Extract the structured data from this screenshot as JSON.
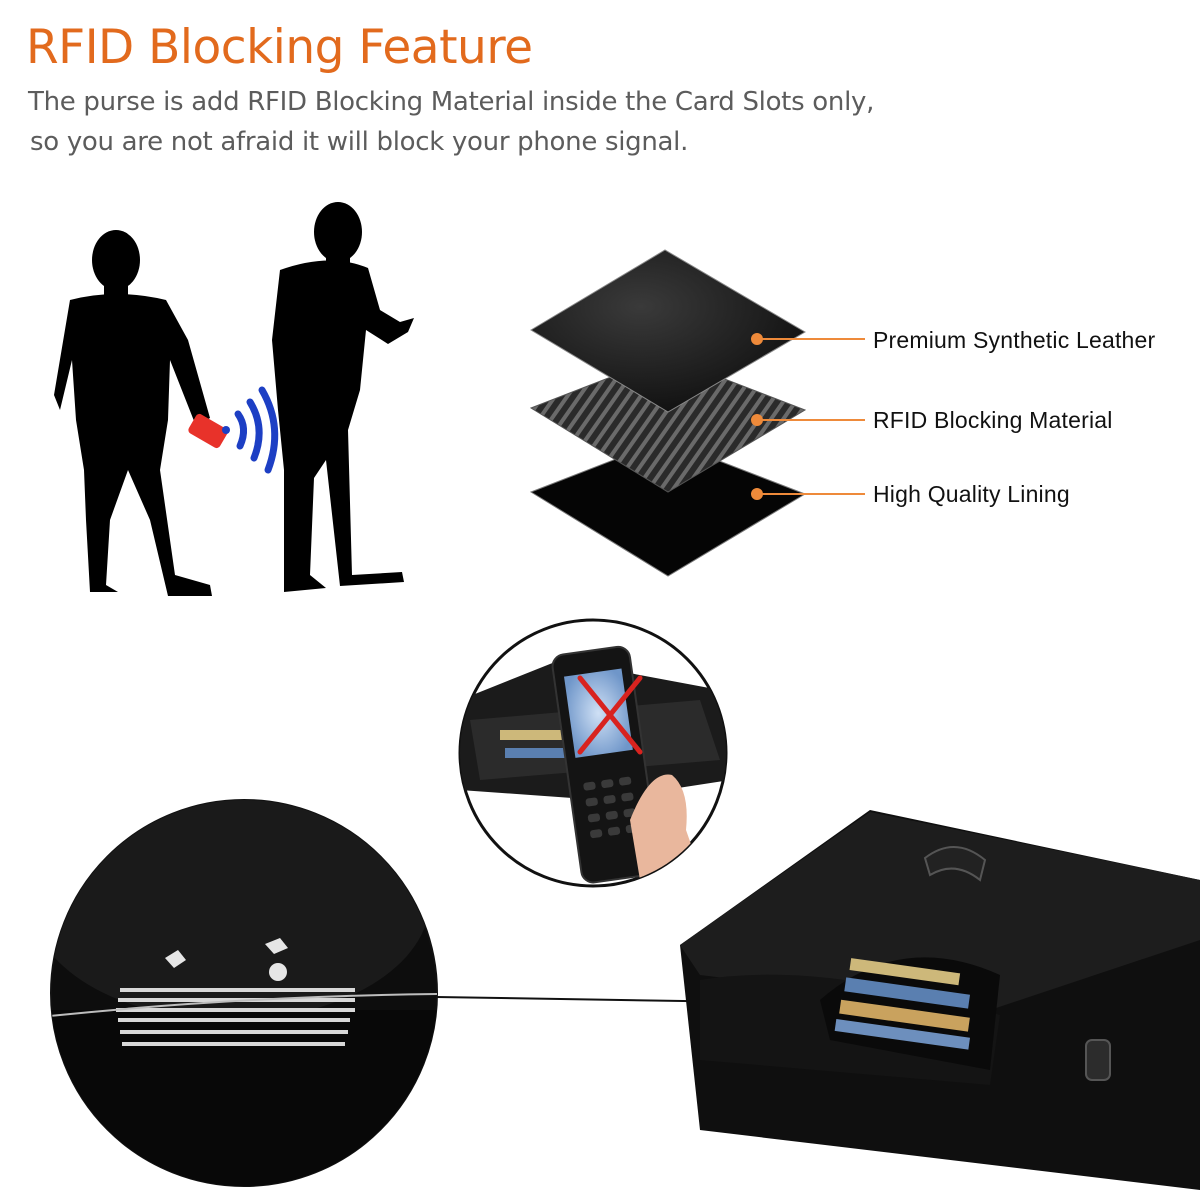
{
  "header": {
    "title": "RFID Blocking Feature",
    "subtitle_line1": "The purse is add RFID Blocking Material inside the Card Slots only,",
    "subtitle_line2": "so you are not afraid it will block your phone signal."
  },
  "layers": [
    {
      "label": "Premium Synthetic Leather"
    },
    {
      "label": "RFID Blocking Material"
    },
    {
      "label": "High Quality Lining"
    }
  ],
  "colors": {
    "title": "#e26a1d",
    "subtitle": "#5c5c5c",
    "callout_dot": "#ee8a3a",
    "signal": "#1d3fc4",
    "card": "#e8322a"
  },
  "icons": [
    "silhouette-person",
    "wifi-signal-icon",
    "red-card",
    "blocked-x-icon",
    "phone",
    "wallet"
  ]
}
